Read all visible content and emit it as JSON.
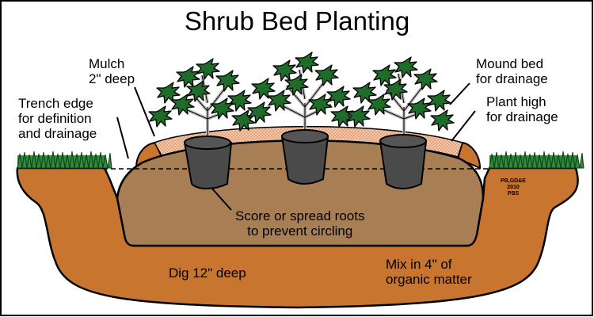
{
  "title": "Shrub Bed Planting",
  "labels": {
    "mulch": [
      "Mulch",
      "2\" deep"
    ],
    "trench": [
      "Trench edge",
      "for definition",
      "and drainage"
    ],
    "mound": [
      "Mound bed",
      "for drainage"
    ],
    "plant_high": [
      "Plant high",
      "for drainage"
    ],
    "roots": [
      "Score or spread roots",
      "to prevent circling"
    ],
    "dig": "Dig 12\" deep",
    "mix": [
      "Mix in 4\" of",
      "organic matter"
    ]
  },
  "credit": [
    "PB,GD&E",
    "2010",
    "PBS"
  ],
  "colors": {
    "soil": "#c8752f",
    "bed_fill": "#a87e55",
    "mulch": "#e8a07a",
    "pot": "#4a4a4a",
    "foliage": "#1f6b2a",
    "grass": "#2f8a3a"
  }
}
